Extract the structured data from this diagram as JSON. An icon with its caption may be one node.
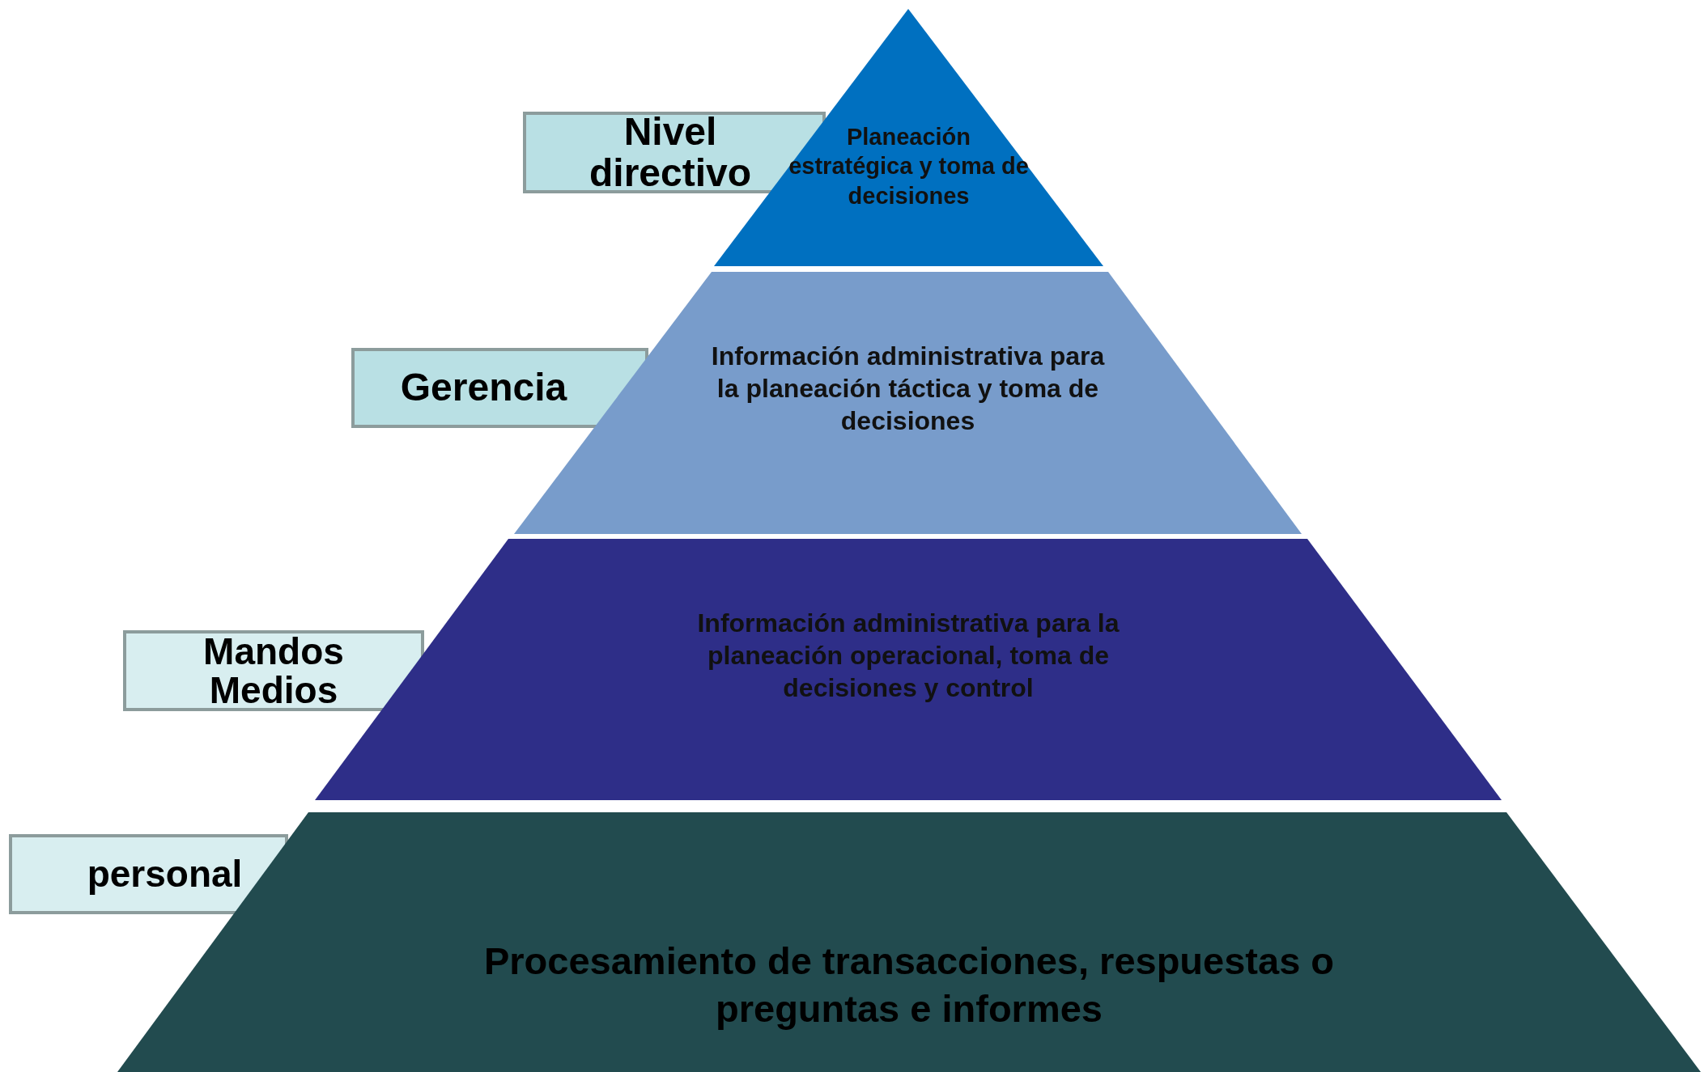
{
  "diagram": {
    "nodes": [
      {
        "text": [
          "Nivel directivo"
        ]
      },
      {
        "text": [
          "Planeación estratégica y toma de decisiones"
        ]
      },
      {
        "text": [
          "Gerencia"
        ]
      },
      {
        "text": [
          "Información administrativa para la planeación táctica y toma de decisiones"
        ]
      },
      {
        "text": [
          "Mandos Medios"
        ]
      },
      {
        "text": [
          "Información administrativa para la planeación operacional, toma de decisiones y control"
        ]
      },
      {
        "text": [
          "personal"
        ]
      },
      {
        "text": [
          "Procesamiento de transacciones, respuestas o preguntas e informes"
        ]
      }
    ]
  }
}
